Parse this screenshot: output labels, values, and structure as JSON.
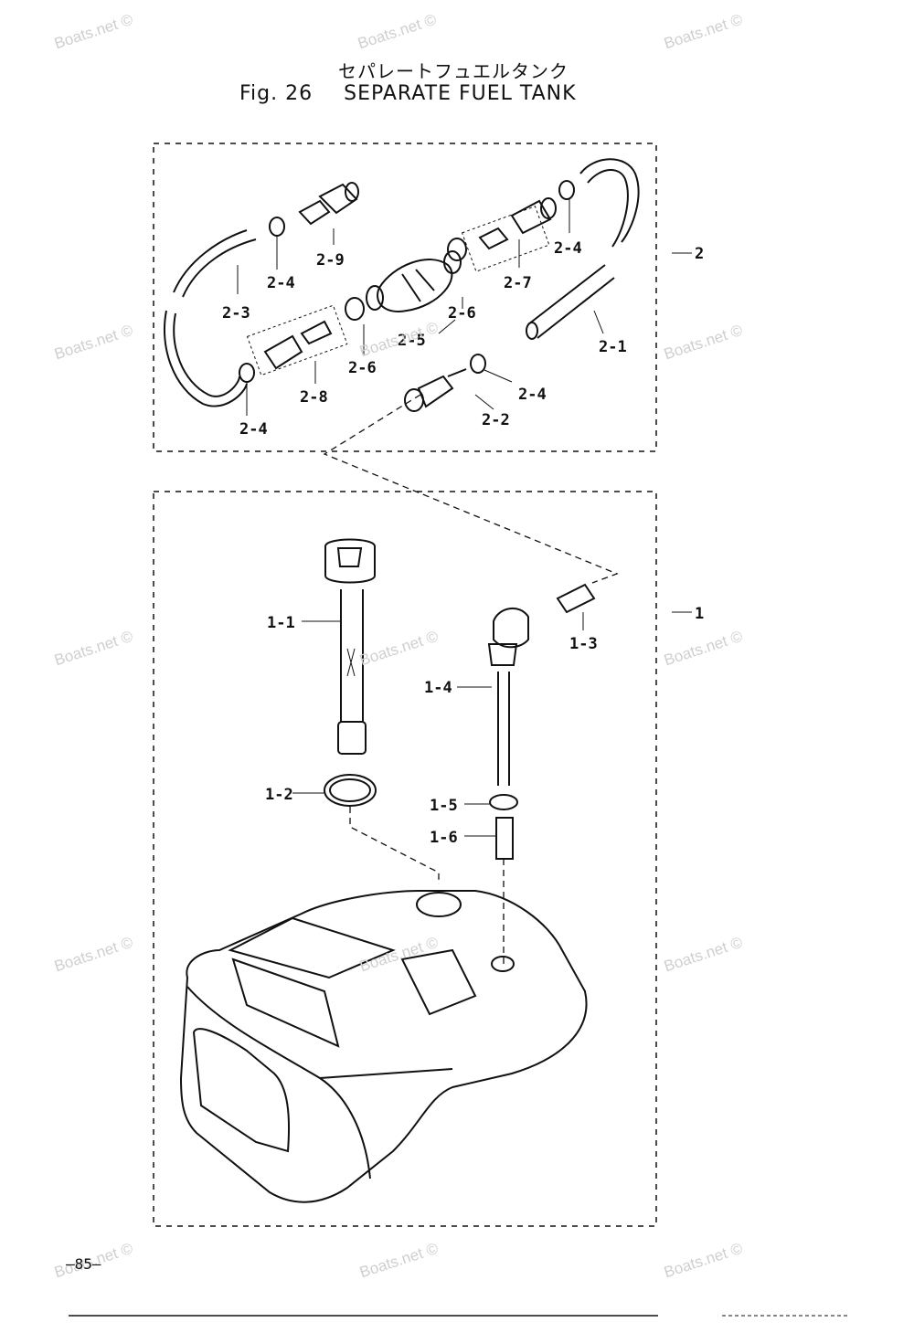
{
  "header": {
    "title_jp": "セパレートフュエルタンク",
    "fig_label": "Fig. 26",
    "title_en": "SEPARATE FUEL TANK"
  },
  "groups": {
    "group_2": "2",
    "group_1": "1"
  },
  "labels": {
    "p2_9": "2-9",
    "p2_4_a": "2-4",
    "p2_4_b": "2-4",
    "p2_4_c": "2-4",
    "p2_4_d": "2-4",
    "p2_3": "2-3",
    "p2_7": "2-7",
    "p2_6_a": "2-6",
    "p2_6_b": "2-6",
    "p2_5": "2-5",
    "p2_8": "2-8",
    "p2_2": "2-2",
    "p2_1": "2-1",
    "p1_1": "1-1",
    "p1_2": "1-2",
    "p1_3": "1-3",
    "p1_4": "1-4",
    "p1_5": "1-5",
    "p1_6": "1-6"
  },
  "watermark": "Boats.net ©",
  "footer": {
    "page_number": "—85—"
  }
}
